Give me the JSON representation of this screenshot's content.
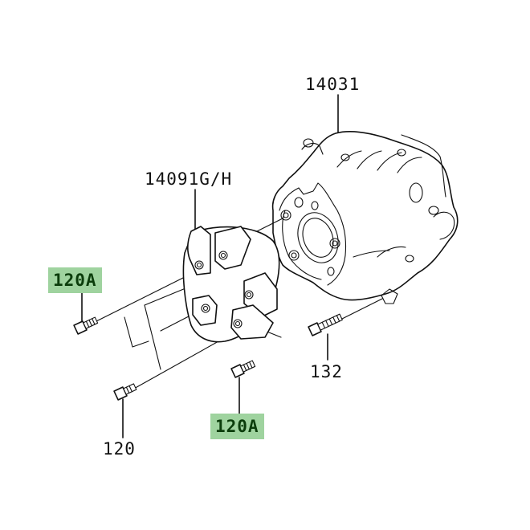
{
  "diagram": {
    "type": "exploded-parts-diagram",
    "accent_color": "#9fd39f",
    "callouts": [
      {
        "id": "c1",
        "part_number": "14031",
        "highlighted": false,
        "part": "cover"
      },
      {
        "id": "c2",
        "part_number": "14091G/H",
        "highlighted": false,
        "part": "damper-plate"
      },
      {
        "id": "c3",
        "part_number": "120A",
        "highlighted": true,
        "part": "bolt-upper-left"
      },
      {
        "id": "c4",
        "part_number": "132",
        "highlighted": false,
        "part": "long-bolt"
      },
      {
        "id": "c5",
        "part_number": "120",
        "highlighted": false,
        "part": "bolt-lower-left"
      },
      {
        "id": "c6",
        "part_number": "120A",
        "highlighted": true,
        "part": "bolt-lower-center"
      }
    ]
  }
}
